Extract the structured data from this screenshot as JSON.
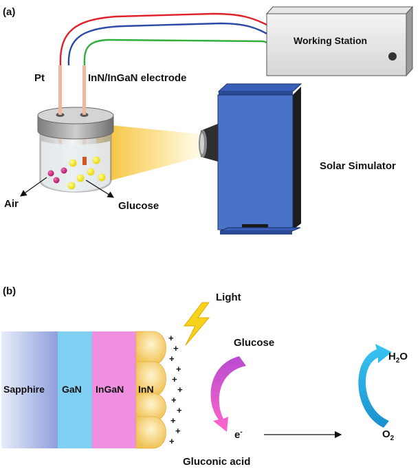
{
  "panel_a": {
    "label": "(a)",
    "working_station": "Working Station",
    "pt": "Pt",
    "electrode": "InN/InGaN electrode",
    "solar_simulator": "Solar Simulator",
    "air": "Air",
    "glucose": "Glucose"
  },
  "panel_b": {
    "label": "(b)",
    "light": "Light",
    "layers": [
      "Sapphire",
      "GaN",
      "InGaN",
      "InN"
    ],
    "glucose": "Glucose",
    "gluconic_acid": "Gluconic acid",
    "electron": "e",
    "electron_sup": "-",
    "water": "H",
    "water_sub": "2",
    "water_tail": "O",
    "oxygen": "O",
    "oxygen_sub": "2",
    "charge": "+"
  },
  "colors": {
    "wire_red": "#e0202a",
    "wire_blue": "#2a4aa8",
    "wire_green": "#2fae3a",
    "simulator": "#4a72c8",
    "light_beam": "#f7c640",
    "sapphire": "#a9b6e6",
    "gan": "#7fd0f2",
    "ingan": "#f08ee0",
    "inn": "#f6cf6a",
    "arrow_magenta": "#d84fd0",
    "arrow_cyan": "#22a7e0"
  }
}
